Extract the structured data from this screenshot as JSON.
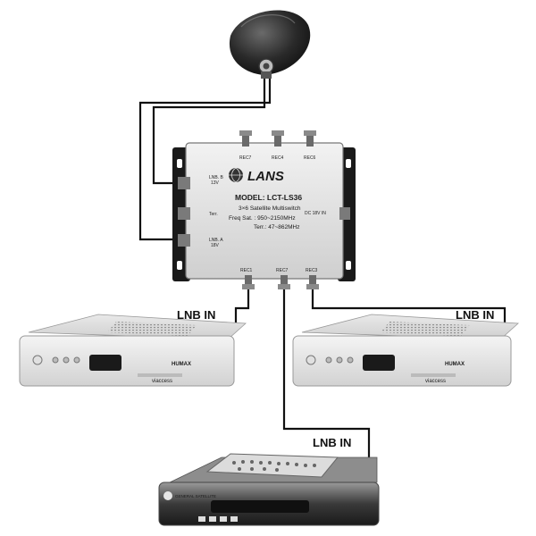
{
  "switch": {
    "brand": "LANS",
    "model": "MODEL: LCT-LS36",
    "description": "3×6 Satellite Multiswitch",
    "freq_sat": "Freq  Sat.  : 950~2150MHz",
    "freq_terr": "Terr.: 47~862MHz",
    "ports_top": [
      "REC7",
      "REC4",
      "REC6"
    ],
    "ports_bottom": [
      "REC1",
      "REC7",
      "REC3"
    ],
    "input_b": [
      "LNB. B",
      "13V"
    ],
    "input_terr": "Terr.",
    "input_a": [
      "LNB. A",
      "18V"
    ],
    "power": "DC 18V IN"
  },
  "receivers": {
    "left": {
      "brand": "HUMAX",
      "model": "viaccess"
    },
    "right": {
      "brand": "HUMAX",
      "model": "viaccess"
    },
    "bottom": {
      "brand": "GENERAL SATELLITE"
    }
  },
  "labels": {
    "lnb_in_left": "LNB IN",
    "lnb_in_right": "LNB IN",
    "lnb_in_bottom": "LNB IN"
  }
}
